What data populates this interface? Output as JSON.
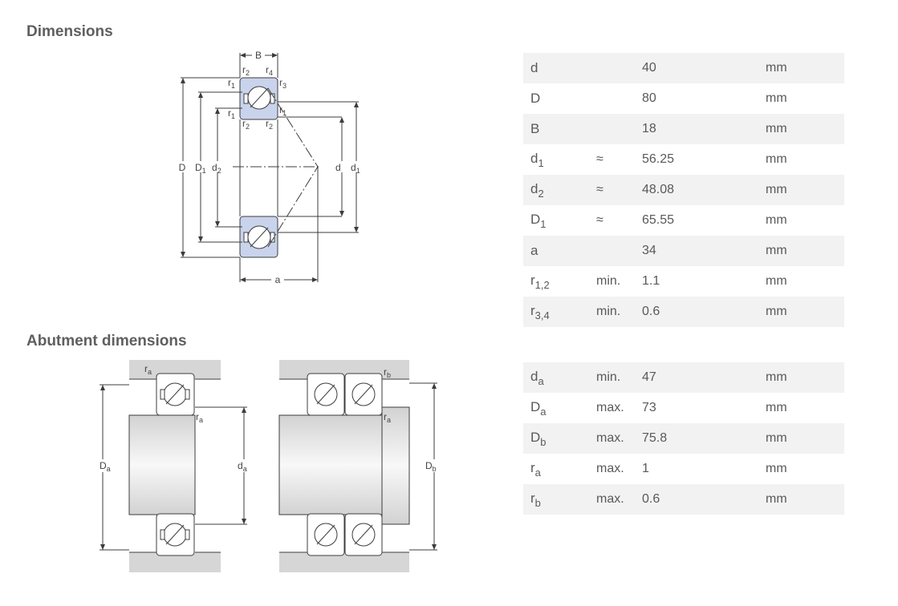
{
  "sections": {
    "dimensions_title": "Dimensions",
    "abutment_title": "Abutment dimensions"
  },
  "dimensions": [
    {
      "sym": "d",
      "sub": "",
      "qual": "",
      "value": "40",
      "unit": "mm"
    },
    {
      "sym": "D",
      "sub": "",
      "qual": "",
      "value": "80",
      "unit": "mm"
    },
    {
      "sym": "B",
      "sub": "",
      "qual": "",
      "value": "18",
      "unit": "mm"
    },
    {
      "sym": "d",
      "sub": "1",
      "qual": "≈",
      "value": "56.25",
      "unit": "mm"
    },
    {
      "sym": "d",
      "sub": "2",
      "qual": "≈",
      "value": "48.08",
      "unit": "mm"
    },
    {
      "sym": "D",
      "sub": "1",
      "qual": "≈",
      "value": "65.55",
      "unit": "mm"
    },
    {
      "sym": "a",
      "sub": "",
      "qual": "",
      "value": "34",
      "unit": "mm"
    },
    {
      "sym": "r",
      "sub": "1,2",
      "qual": "min.",
      "value": "1.1",
      "unit": "mm"
    },
    {
      "sym": "r",
      "sub": "3,4",
      "qual": "min.",
      "value": "0.6",
      "unit": "mm"
    }
  ],
  "abutment": [
    {
      "sym": "d",
      "sub": "a",
      "qual": "min.",
      "value": "47",
      "unit": "mm"
    },
    {
      "sym": "D",
      "sub": "a",
      "qual": "max.",
      "value": "73",
      "unit": "mm"
    },
    {
      "sym": "D",
      "sub": "b",
      "qual": "max.",
      "value": "75.8",
      "unit": "mm"
    },
    {
      "sym": "r",
      "sub": "a",
      "qual": "max.",
      "value": "1",
      "unit": "mm"
    },
    {
      "sym": "r",
      "sub": "b",
      "qual": "max.",
      "value": "0.6",
      "unit": "mm"
    }
  ],
  "diagram_labels": {
    "B": "B",
    "D": "D",
    "D1": "D",
    "D1_sub": "1",
    "d2": "d",
    "d2_sub": "2",
    "d": "d",
    "d1": "d",
    "d1_sub": "1",
    "a": "a",
    "r": "r",
    "r1_sub": "1",
    "r2_sub": "2",
    "r3_sub": "3",
    "r4_sub": "4",
    "Da": "D",
    "Da_sub": "a",
    "da": "d",
    "da_sub": "a",
    "Db": "D",
    "Db_sub": "b",
    "ra": "r",
    "ra_sub": "a",
    "rb": "r",
    "rb_sub": "b"
  },
  "colors": {
    "ring_fill": "#c9d3ec",
    "line": "#3c3c3c",
    "housing": "#d6d6d6",
    "shaft_light": "#f4f4f4",
    "shaft_dark": "#d2d2d2",
    "row_stripe": "#f2f2f2",
    "text": "#595959"
  }
}
